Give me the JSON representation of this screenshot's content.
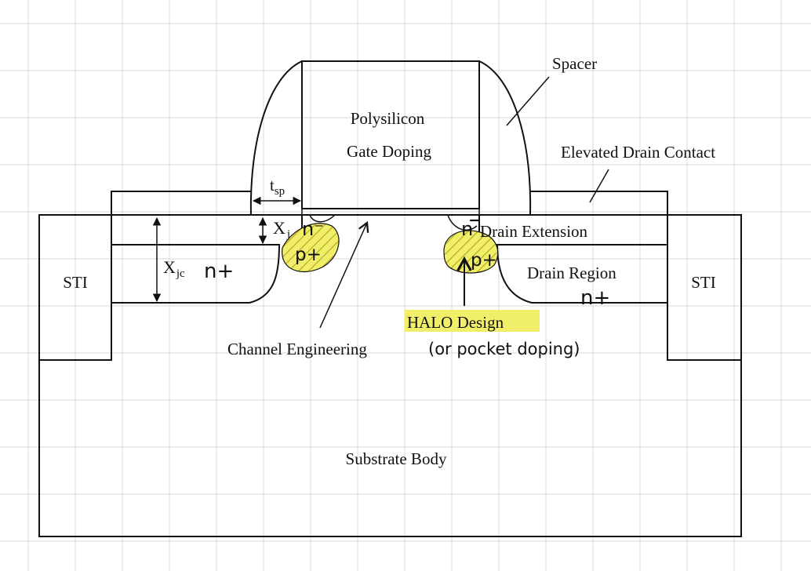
{
  "colors": {
    "background": "#ffffff",
    "grid": "#d9d9d9",
    "line": "#111111",
    "highlight": "#f1ee6a",
    "hatch": "#b3a41f"
  },
  "labels": {
    "spacer": "Spacer",
    "gate_line1": "Polysilicon",
    "gate_line2": "Gate Doping",
    "elevated_drain_contact": "Elevated Drain Contact",
    "tsp_main": "t",
    "tsp_sub": "sp",
    "xj_main": "X",
    "xj_sub": "j",
    "xjc_main": "X",
    "xjc_sub": "jc",
    "sti_left": "STI",
    "sti_right": "STI",
    "drain_extension": "Drain Extension",
    "drain_region": "Drain Region",
    "halo_design": "HALO Design",
    "channel_engineering": "Channel Engineering",
    "substrate_body": "Substrate Body"
  },
  "annotations": {
    "n_minus_left": "n⁻",
    "n_minus_right": "n",
    "p_plus_left": "p+",
    "p_plus_right": "p+",
    "n_plus_left": "n+",
    "n_plus_right": "n+",
    "pocket_doping": "(or pocket doping)"
  }
}
